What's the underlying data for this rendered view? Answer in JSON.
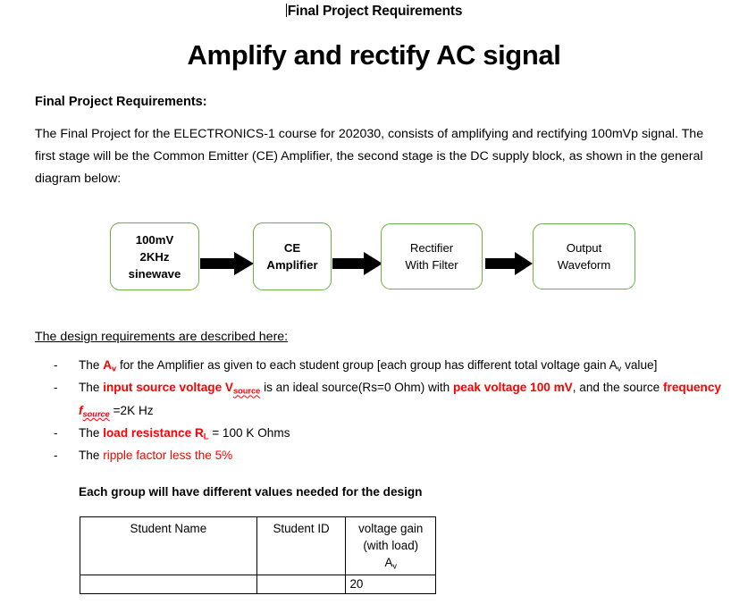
{
  "header": {
    "running_title": "Final Project Requirements",
    "doc_title": "Amplify and rectify AC signal"
  },
  "body": {
    "section_heading": "Final Project Requirements:",
    "intro_paragraph": "The Final Project for the ELECTRONICS-1 course for 202030, consists of amplifying and rectifying 100mVp signal. The first stage will be the Common Emitter (CE) Amplifier, the second stage is the DC supply block, as shown in the general diagram below:"
  },
  "diagram": {
    "blocks": [
      {
        "id": "source",
        "lines": [
          "100mV",
          "2KHz",
          "sinewave"
        ],
        "bold": true
      },
      {
        "id": "amplifier",
        "lines": [
          "CE",
          "Amplifier"
        ],
        "bold": true
      },
      {
        "id": "rectifier",
        "lines": [
          "Rectifier",
          "With Filter"
        ],
        "bold": false
      },
      {
        "id": "output",
        "lines": [
          "Output",
          "Waveform"
        ],
        "bold": false
      }
    ],
    "arrow_count": 3,
    "border_color": "#70AD47",
    "arrow_color": "#000000"
  },
  "requirements": {
    "heading": "The design requirements are described here:",
    "bullet_marker": "-",
    "items": [
      {
        "id": "voltage-gain",
        "text": "The voltage gain Av for the Amplifier as given to each student group [each group has different total voltage gain Av value]"
      },
      {
        "id": "input-source-voltage",
        "text": "The input source voltage Vsource is an ideal source(Rs=0 Ohm) with peak voltage 100 mV, and the source frequency fsource =2K Hz"
      },
      {
        "id": "load-resistance",
        "text": "The load resistance RL = 100 K Ohms"
      },
      {
        "id": "ripple-factor",
        "text": "The ripple factor less the 5%"
      }
    ],
    "fragments": {
      "the": "The ",
      "av": "A",
      "v_sub": "v",
      "gain_rest": " for the Amplifier as given to each student group [each group has different total voltage gain ",
      "gain_tail": " value]",
      "input_src_label": "input source voltage ",
      "v_big": "V",
      "source_sub": "source",
      "ideal_src": " is an ideal source(Rs=0 Ohm) with ",
      "peak_voltage": "peak voltage 100 mV",
      "and_source": ", and the source ",
      "frequency_label": "frequency ",
      "f_ital": "f",
      "freq_value": " =2K Hz",
      "load_label": "load resistance R",
      "l_sub": "L",
      "load_value": " = 100 K Ohms",
      "ripple": "ripple factor less the 5%"
    }
  },
  "table_block": {
    "caption": "Each group will have different values needed for the design",
    "columns": [
      {
        "id": "student-name",
        "lines": [
          "Student Name"
        ]
      },
      {
        "id": "student-id",
        "lines": [
          "Student ID"
        ]
      },
      {
        "id": "voltage-gain",
        "lines": [
          "voltage gain",
          "(with load)",
          "Av"
        ]
      }
    ],
    "gain_header": {
      "line1": "voltage gain",
      "line2": "(with load)",
      "symbol": "A",
      "symbol_sub": "v"
    },
    "rows": [
      {
        "student_name": "",
        "student_id": "",
        "voltage_gain": "20"
      }
    ]
  },
  "colors": {
    "accent_red": "#FF0000",
    "diagram_green": "#70AD47",
    "text": "#000000",
    "page": "#FFFFFF"
  }
}
